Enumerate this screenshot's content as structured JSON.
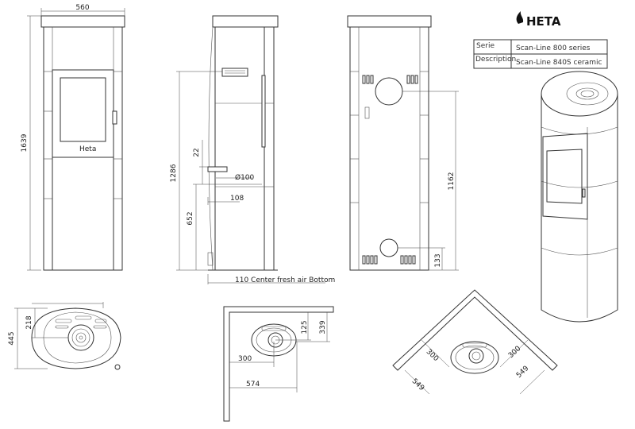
{
  "brand": {
    "name": "HETA"
  },
  "title_block": {
    "row1_label": "Serie",
    "row1_value": "Scan-Line 800 series",
    "row2_label": "Description",
    "row2_value": "Scan-Line 840S ceramic"
  },
  "front": {
    "width": "560",
    "height": "1639",
    "badge": "Heta"
  },
  "side": {
    "total_height": "1286",
    "inlet_height": "652",
    "offset_small": "22",
    "diameter": "Ø100",
    "depth_offset": "108",
    "caption": "110 Center fresh air Bottom"
  },
  "back": {
    "height": "1162",
    "bottom": "133"
  },
  "top_view": {
    "depth": "445",
    "center": "218"
  },
  "wall_view": {
    "side": "300",
    "depth": "574",
    "center_a": "125",
    "center_b": "339"
  },
  "corner_view": {
    "left_a": "300",
    "left_b": "549",
    "right_a": "300",
    "right_b": "549"
  },
  "colors": {
    "line": "#333333",
    "background": "#ffffff"
  }
}
